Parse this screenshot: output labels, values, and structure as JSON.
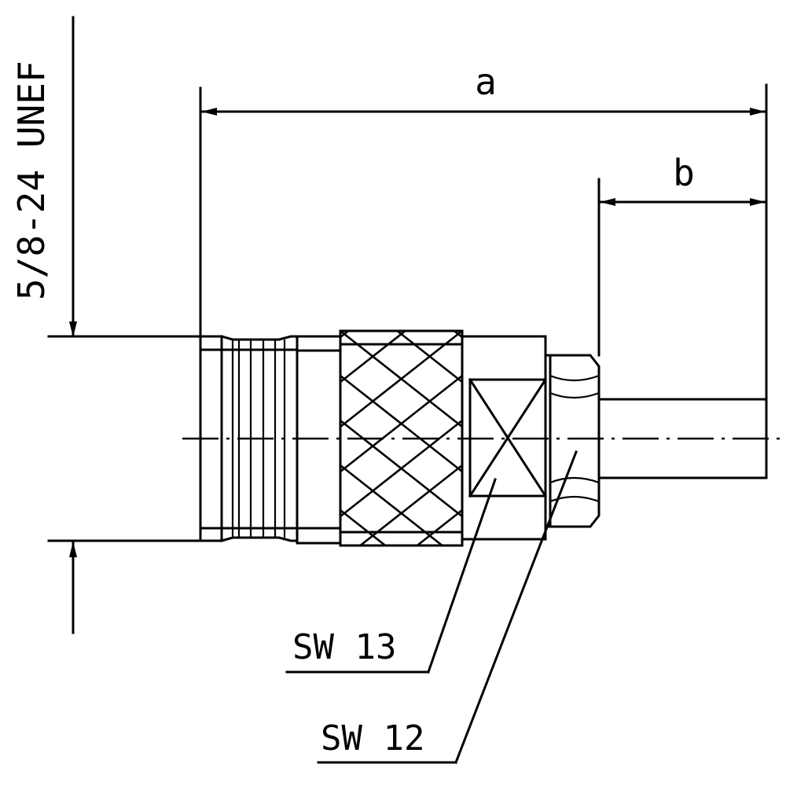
{
  "drawing": {
    "thread_spec": "5/8-24 UNEF",
    "dimensions": {
      "a": "a",
      "b": "b"
    },
    "wrench_sizes": {
      "sw13": "SW 13",
      "sw12": "SW 12"
    }
  }
}
